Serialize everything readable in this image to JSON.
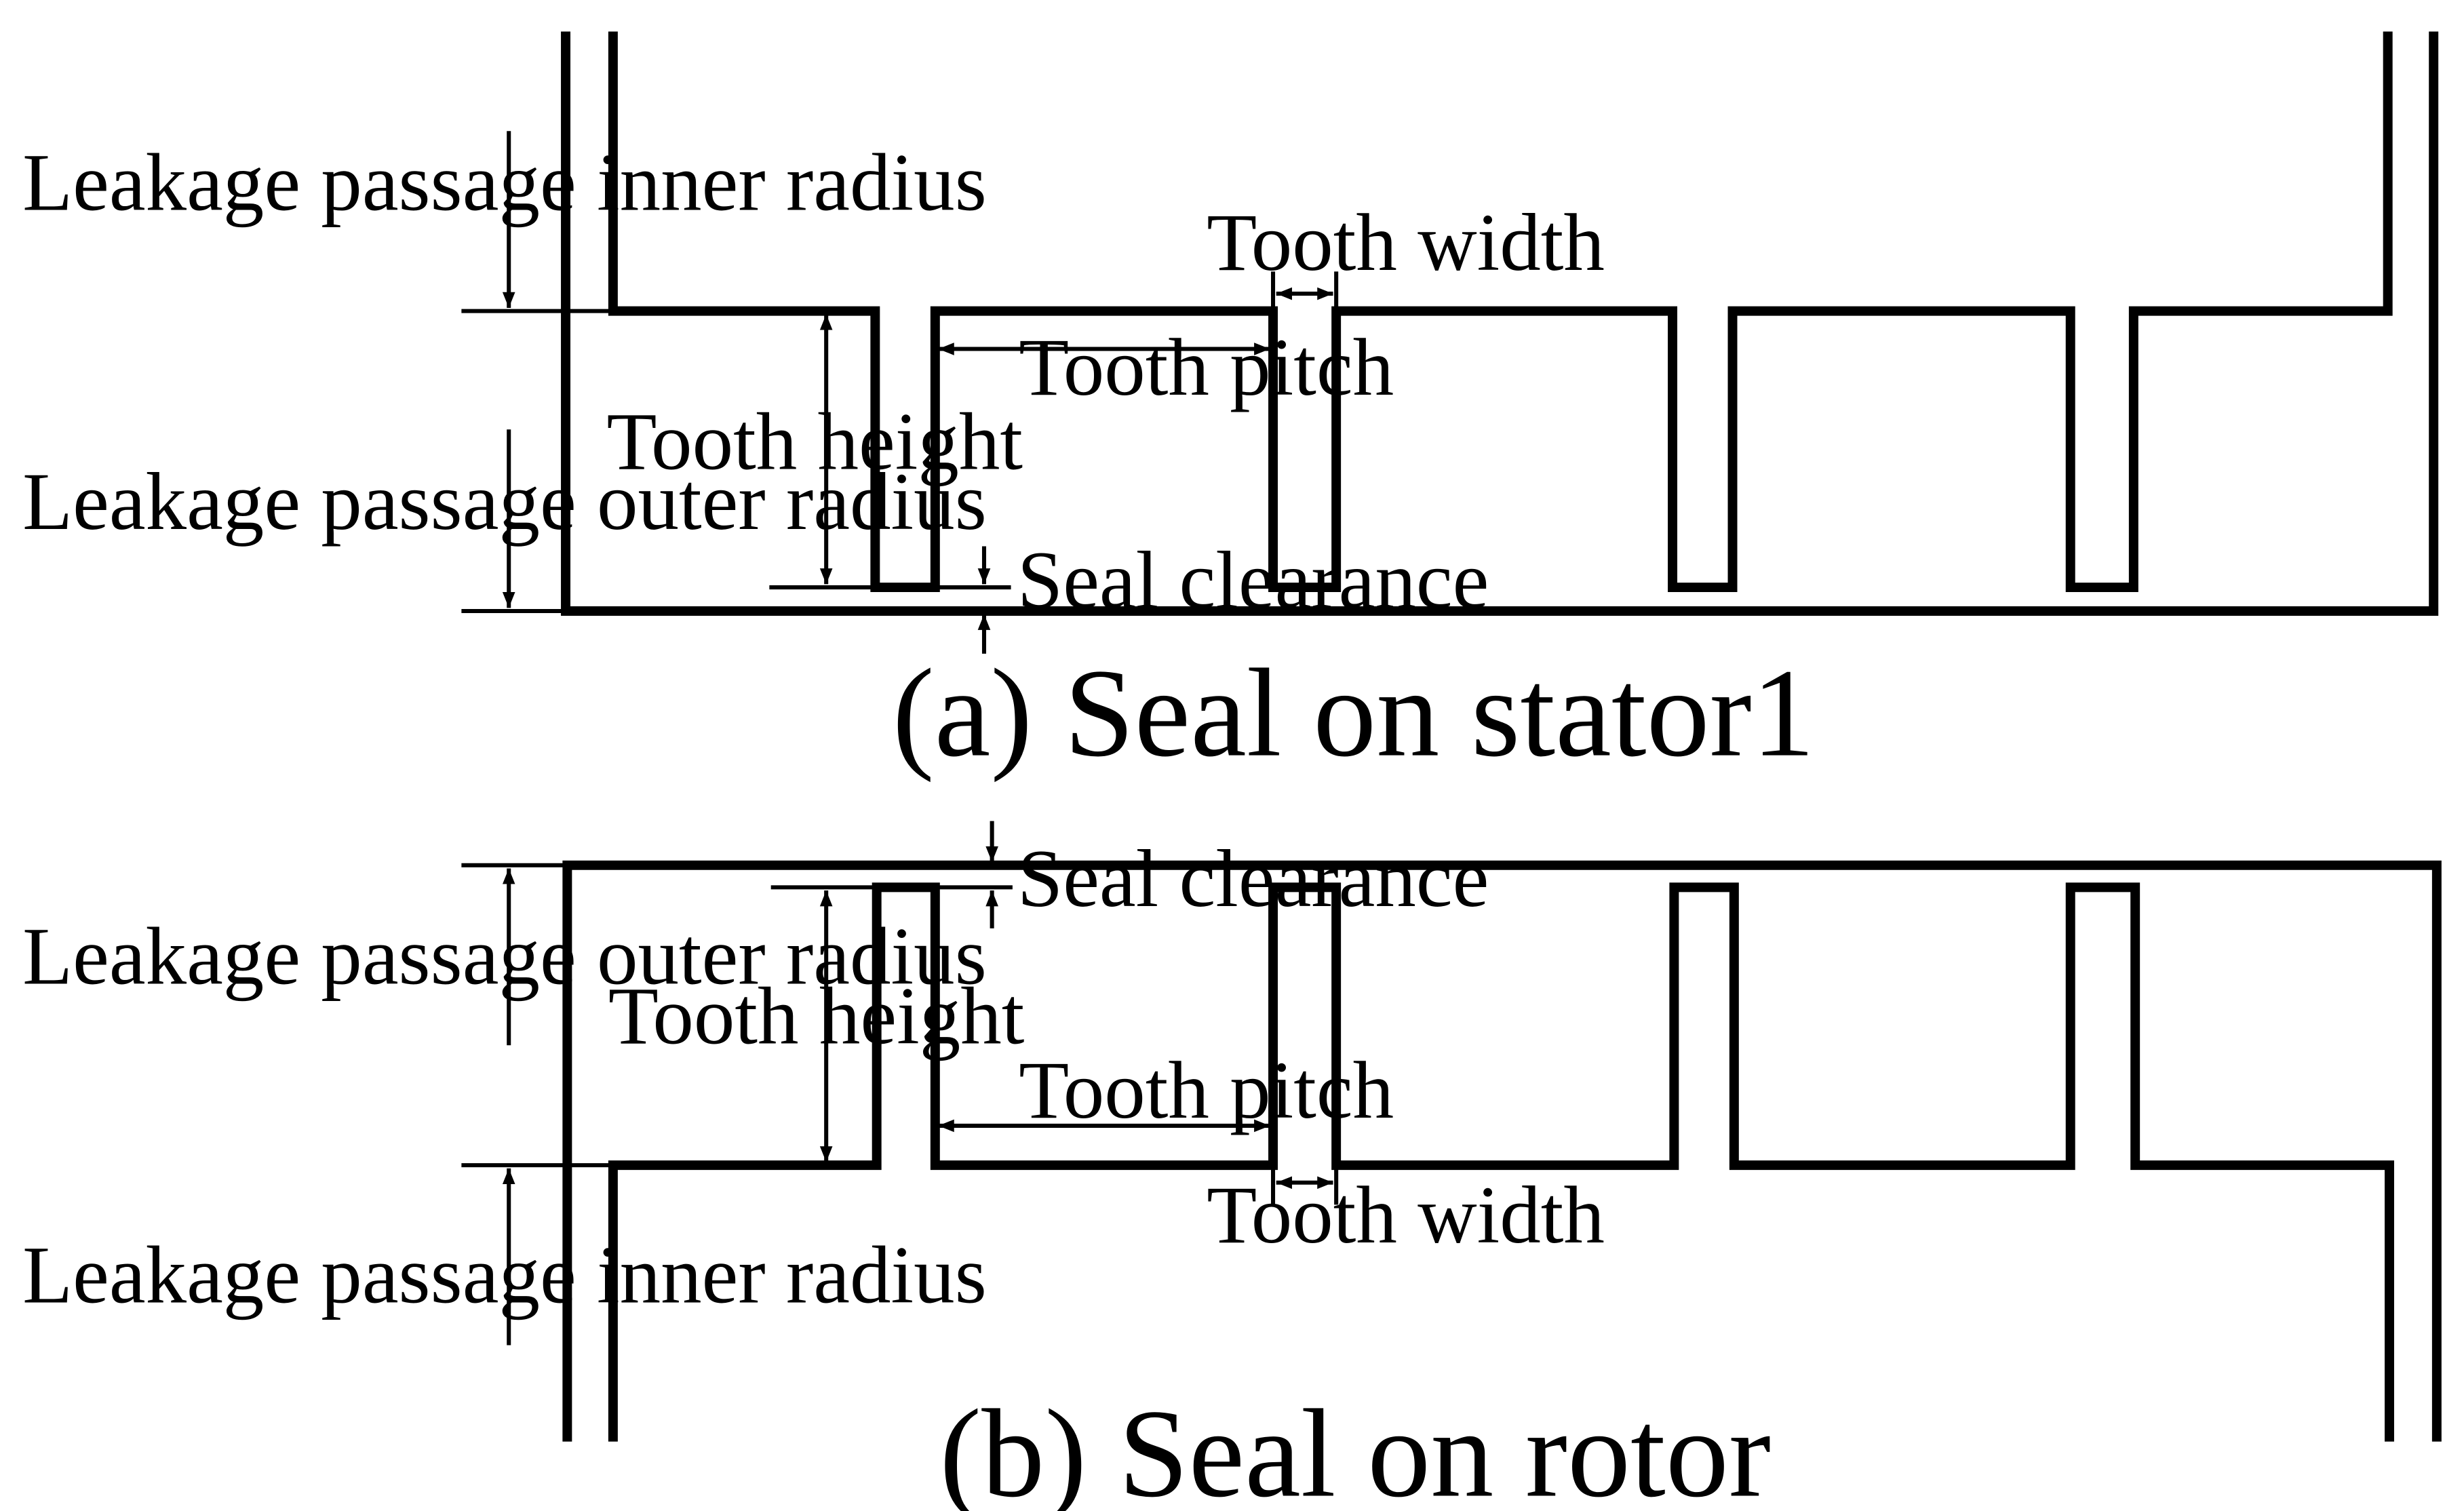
{
  "labels": {
    "inner_radius": "Leakage passage inner radius",
    "outer_radius": "Leakage passage outer radius",
    "tooth_height": "Tooth height",
    "tooth_pitch": "Tooth pitch",
    "tooth_width": "Tooth width",
    "seal_clearance": "Seal clearance"
  },
  "captions": {
    "a": "(a) Seal on stator1",
    "b": "(b) Seal on rotor"
  }
}
